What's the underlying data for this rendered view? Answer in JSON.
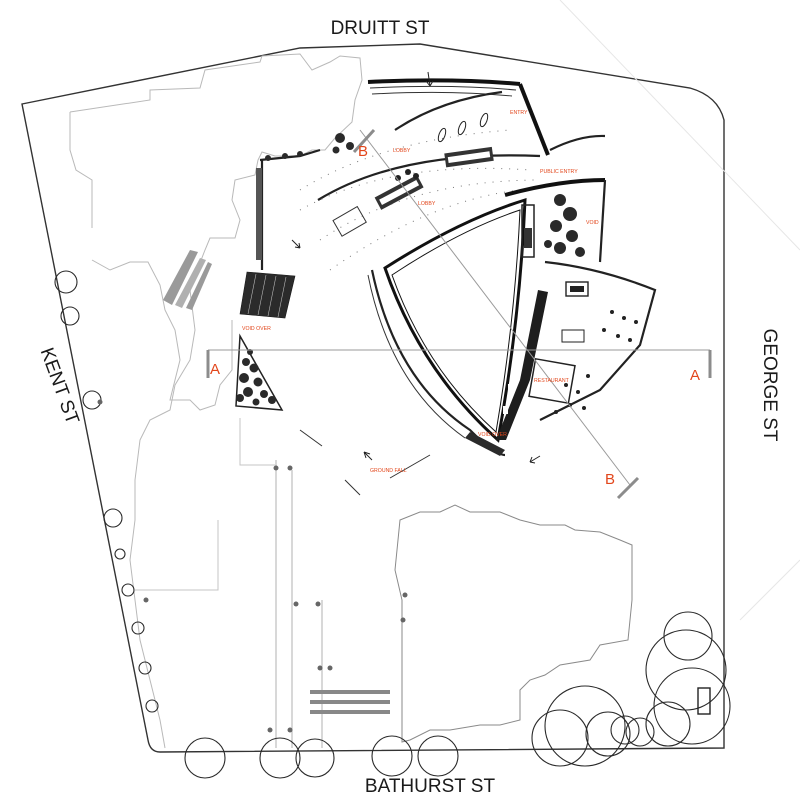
{
  "streets": {
    "north": "DRUITT ST",
    "west": "KENT ST",
    "east": "GEORGE ST",
    "south": "BATHURST ST"
  },
  "section_markers": {
    "a_left": "A",
    "a_right": "A",
    "b_top": "B",
    "b_bottom": "B"
  },
  "room_labels": {
    "entry": "ENTRY",
    "lobby": "LOBBY",
    "lobby2": "LOBBY",
    "public_entry": "PUBLIC ENTRY",
    "void": "VOID",
    "void_over_west": "VOID OVER",
    "void_over_south": "VOID OVER",
    "restaurant": "RESTAURANT",
    "ground_fall": "GROUND FALL"
  },
  "colors": {
    "label_accent": "#e2461b",
    "linework": "#222222",
    "neighbour_outline": "#b9b9b9"
  }
}
